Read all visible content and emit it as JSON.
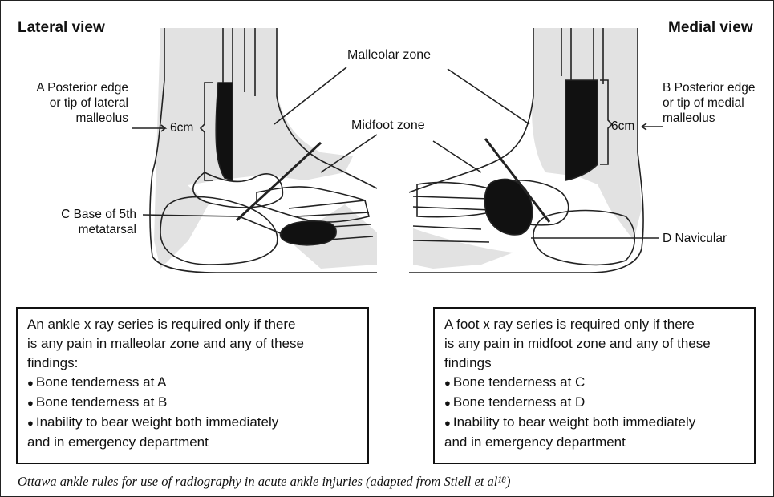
{
  "views": {
    "lateral": "Lateral view",
    "medial": "Medial view"
  },
  "labels": {
    "a": [
      "A Posterior edge",
      "or tip of lateral",
      "malleolus"
    ],
    "b": [
      "B Posterior edge",
      "or tip of medial",
      "malleolus"
    ],
    "c": [
      "C Base of 5th",
      "metatarsal"
    ],
    "d": "D Navicular",
    "six_cm_left": "6cm",
    "six_cm_right": "6cm"
  },
  "zones": {
    "malleolar": "Malleolar zone",
    "midfoot": "Midfoot zone"
  },
  "ankle_box": {
    "intro": [
      "An ankle x ray series is required only if there",
      "is any pain in malleolar zone and any of these",
      "findings:"
    ],
    "items": [
      "Bone tenderness at A",
      "Bone tenderness at B",
      "Inability to bear weight both immediately",
      "and in emergency department"
    ]
  },
  "foot_box": {
    "intro": [
      "A foot x ray series is required only if there",
      "is any pain in midfoot zone and any of these",
      "findings"
    ],
    "items": [
      "Bone tenderness at C",
      "Bone tenderness at D",
      "Inability to bear weight both immediately",
      "and in emergency department"
    ]
  },
  "caption": "Ottawa ankle rules for use of radiography in acute ankle injuries (adapted from Stiell et al¹⁸)"
}
